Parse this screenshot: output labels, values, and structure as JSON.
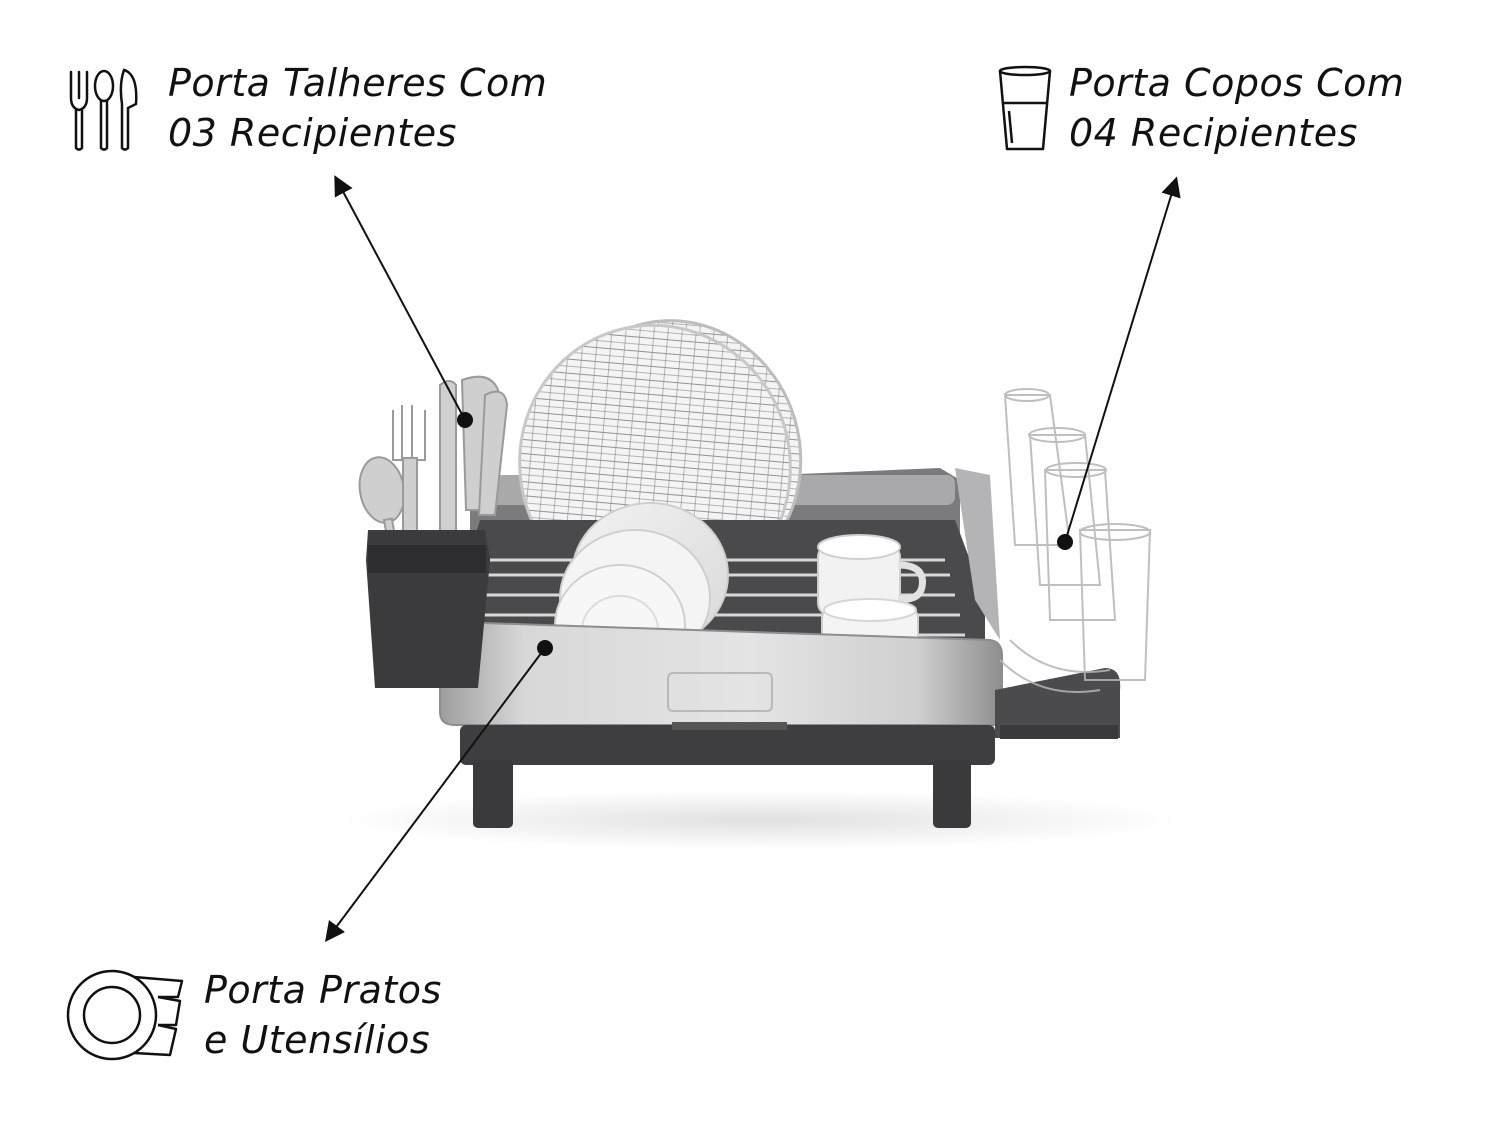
{
  "features": {
    "cutlery": {
      "icon": "cutlery-icon",
      "line1": "Porta Talheres Com",
      "line2": "03 Recipientes"
    },
    "glasses": {
      "icon": "glass-icon",
      "line1": "Porta Copos Com",
      "line2": "04 Recipientes"
    },
    "plates": {
      "icon": "plates-icon",
      "line1": "Porta Pratos",
      "line2": "e Utensílios"
    }
  },
  "colors": {
    "text": "#111111",
    "steel": "#c9c9c9",
    "plastic": "#3a3a3c",
    "background": "#ffffff"
  }
}
